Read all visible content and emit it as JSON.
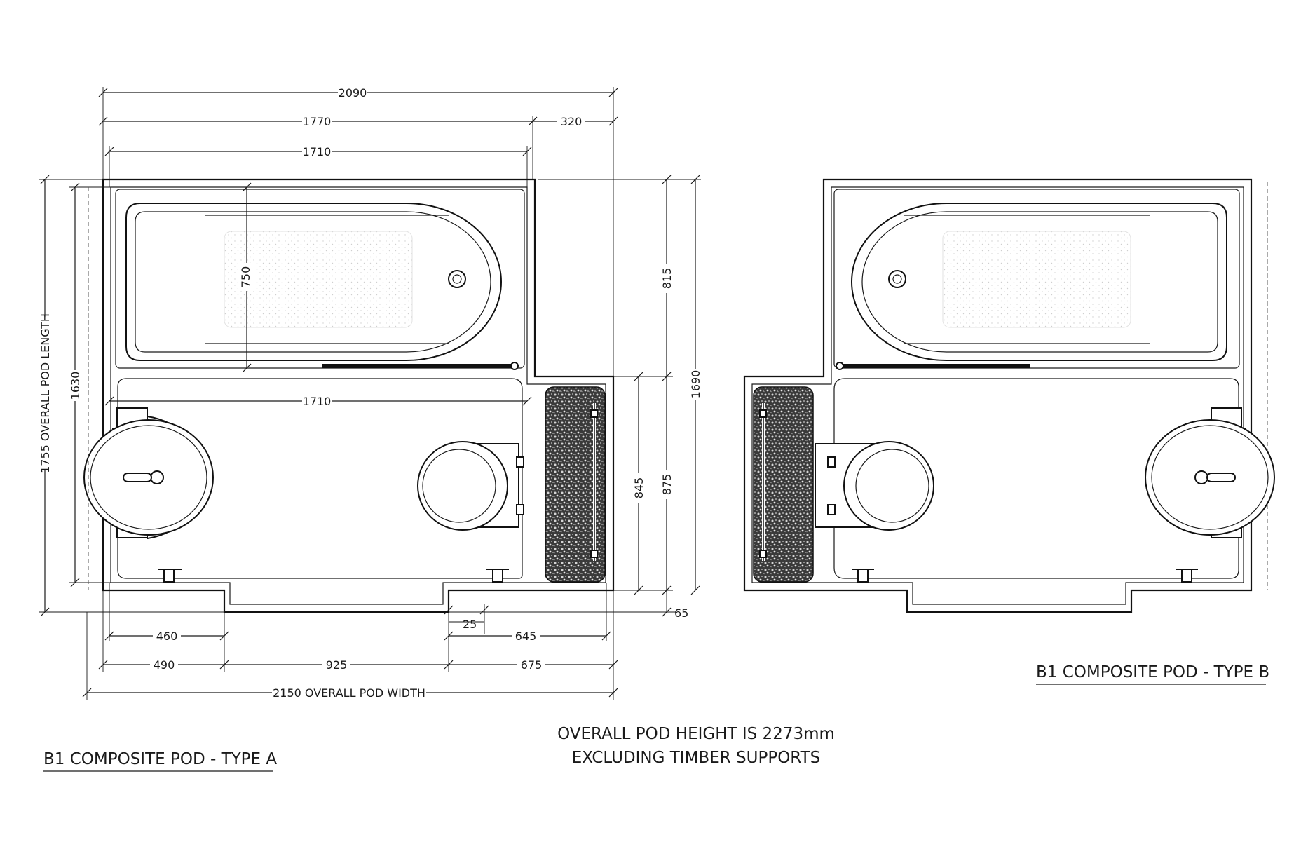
{
  "type_a": {
    "title": "B1 COMPOSITE POD - TYPE A",
    "dims": {
      "d2090": "2090",
      "d1770": "1770",
      "d320": "320",
      "d1710_top": "1710",
      "d1710_mid": "1710",
      "d750": "750",
      "d815": "815",
      "d1690": "1690",
      "d845": "845",
      "d875": "875",
      "d65": "65",
      "d25": "25",
      "d460": "460",
      "d645": "645",
      "d490": "490",
      "d925": "925",
      "d675": "675",
      "d1630": "1630",
      "overall_length": "1755 OVERALL POD LENGTH",
      "overall_width": "2150 OVERALL POD WIDTH"
    }
  },
  "type_b": {
    "title": "B1 COMPOSITE POD - TYPE B"
  },
  "note": {
    "line1": "OVERALL POD HEIGHT IS 2273mm",
    "line2": "EXCLUDING TIMBER SUPPORTS"
  }
}
